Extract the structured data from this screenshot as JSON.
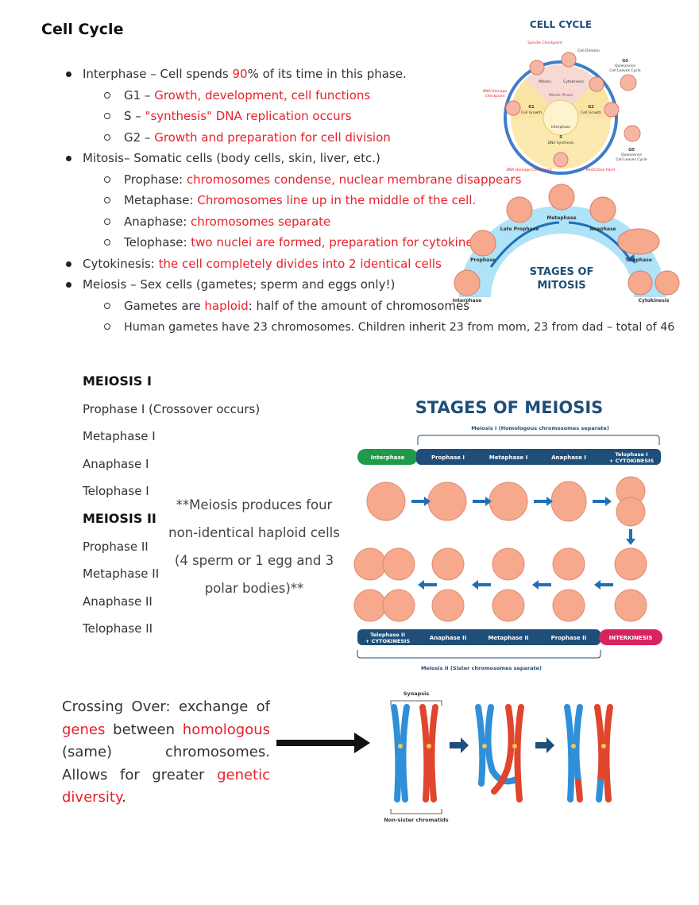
{
  "page": {
    "title": "Cell Cycle"
  },
  "outline": {
    "interphase": {
      "prefix": "Interphase – Cell spends ",
      "percent": "90",
      "suffix": "% of its time in this phase."
    },
    "g1": {
      "label": "G1 – ",
      "desc": "Growth, development, cell functions"
    },
    "s": {
      "label": "S – ",
      "desc": "\"synthesis\" DNA replication occurs"
    },
    "g2": {
      "label": "G2 – ",
      "desc": "Growth and preparation for cell division"
    },
    "mitosis": {
      "text": "Mitosis– Somatic cells (body cells, skin, liver, etc.)"
    },
    "prophase": {
      "label": "Prophase: ",
      "desc": "chromosomes condense, nuclear membrane disappears"
    },
    "metaphase": {
      "label": "Metaphase: ",
      "desc": "Chromosomes line up in the middle of the cell."
    },
    "anaphase": {
      "label": "Anaphase: ",
      "desc": "chromosomes separate"
    },
    "telophase": {
      "label": "Telophase: ",
      "desc": "two nuclei are formed, preparation for cytokinesis"
    },
    "cytokinesis": {
      "label": "Cytokinesis: ",
      "desc": "the cell completely divides into 2 identical cells"
    },
    "meiosis": {
      "text": "Meiosis – Sex cells (gametes; sperm and eggs only!)"
    },
    "gametes": {
      "prefix": "Gametes are ",
      "highlight": "haploid",
      "suffix": ": half of the amount of chromosomes"
    },
    "human": {
      "text": "Human gametes have 23 chromosomes. Children inherit 23 from mom, 23 from dad – total of 46"
    }
  },
  "meiosis_list": {
    "meiosis1_heading": "MEIOSIS I",
    "items1": [
      "Prophase I (Crossover occurs)",
      "Metaphase I",
      "Anaphase I",
      "Telophase I"
    ],
    "meiosis2_heading": "MEIOSIS II",
    "items2": [
      "Prophase II",
      "Metaphase II",
      "Anaphase II",
      "Telophase II"
    ]
  },
  "note": {
    "lines": [
      "**Meiosis produces four",
      "non-identical haploid cells",
      "(4 sperm or 1 egg and 3",
      "polar bodies)**"
    ]
  },
  "crossing": {
    "p1": "Crossing Over: exchange of ",
    "genes": "genes",
    "p2": " between ",
    "homologous": "homologous",
    "p3": " (same) chromosomes. Allows for greater ",
    "diversity": "genetic diversity",
    "p4": "."
  },
  "cell_cycle_figure": {
    "title": "CELL CYCLE",
    "labels": {
      "spindle": "Spindle Checkpoint",
      "division": "Cell Division",
      "g0_top_a": "G0",
      "g0_top_b": "Quiescence",
      "g0_top_c": "Cell Leaves Cycle",
      "dna_damage": "DNA Damage",
      "checkpoint": "Checkpoint",
      "mitosis": "Mitosis",
      "cytokinesis": "Cytokinesis",
      "mitotic_phase": "Mitotic Phase",
      "g2_a": "G2",
      "g2_b": "Cell Growth",
      "g1_a": "G1",
      "g1_b": "Cell Growth",
      "interphase": "Interphase",
      "s_a": "S",
      "s_b": "DNA Synthesis",
      "g0_bot_a": "G0",
      "g0_bot_b": "Quiescence",
      "g0_bot_c": "Cell Leaves Cycle",
      "dna_damage_cp": "DNA Damage Checkpoint",
      "restriction": "Restriction Point"
    }
  },
  "mitosis_figure": {
    "title_line1": "STAGES OF",
    "title_line2": "MITOSIS",
    "stages": [
      "Interphase",
      "Prophase",
      "Late Prophase",
      "Metaphase",
      "Anaphase",
      "Telophase",
      "Cytokinesis"
    ]
  },
  "meiosis_figure": {
    "title": "STAGES OF MEIOSIS",
    "meiosis1_caption": "Meiosis I (Homologous chromosomes separate)",
    "meiosis2_caption": "Meiosis II (Sister chromosomes separate)",
    "top_bar": [
      "Interphase",
      "Prophase I",
      "Metaphase I",
      "Anaphase I",
      "Telophase I",
      "+ CYTOKINESIS"
    ],
    "bottom_bar": [
      "Telophase II",
      "+ CYTOKINESIS",
      "Anaphase II",
      "Metaphase II",
      "Prophase II",
      "INTERKINESIS"
    ]
  },
  "crossing_figure": {
    "synapsis": "Synapsis",
    "nonsister": "Non-sister chromatids"
  },
  "colors": {
    "accent_red": "#e8212b",
    "figure_navy": "#1f4e79",
    "interphase_green": "#1e9a4a",
    "interkinesis_pink": "#d8245d",
    "cell_pink": "#f6a98c",
    "chromo_blue": "#2f8fd8",
    "chromo_red": "#e0452e"
  }
}
